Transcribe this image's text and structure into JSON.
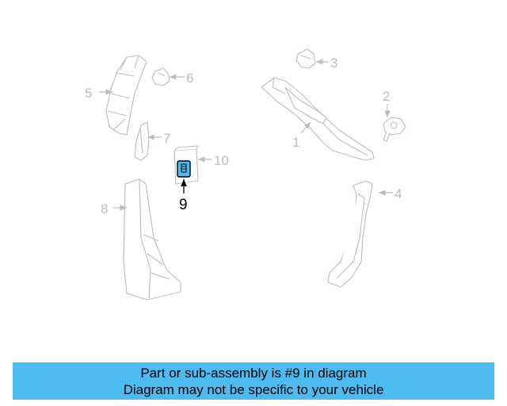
{
  "diagram": {
    "callouts": [
      {
        "id": "1",
        "label": "1"
      },
      {
        "id": "2",
        "label": "2"
      },
      {
        "id": "3",
        "label": "3"
      },
      {
        "id": "4",
        "label": "4"
      },
      {
        "id": "5",
        "label": "5"
      },
      {
        "id": "6",
        "label": "6"
      },
      {
        "id": "7",
        "label": "7"
      },
      {
        "id": "8",
        "label": "8"
      },
      {
        "id": "9",
        "label": "9"
      },
      {
        "id": "10",
        "label": "10"
      }
    ],
    "highlighted_part": "9",
    "highlight_color": "#4dbaf0",
    "line_color": "#bcbcbc"
  },
  "banner": {
    "line1": "Part or sub-assembly is #9 in diagram",
    "line2": "Diagram may not be specific to your vehicle",
    "background": "#4dbaf0"
  }
}
